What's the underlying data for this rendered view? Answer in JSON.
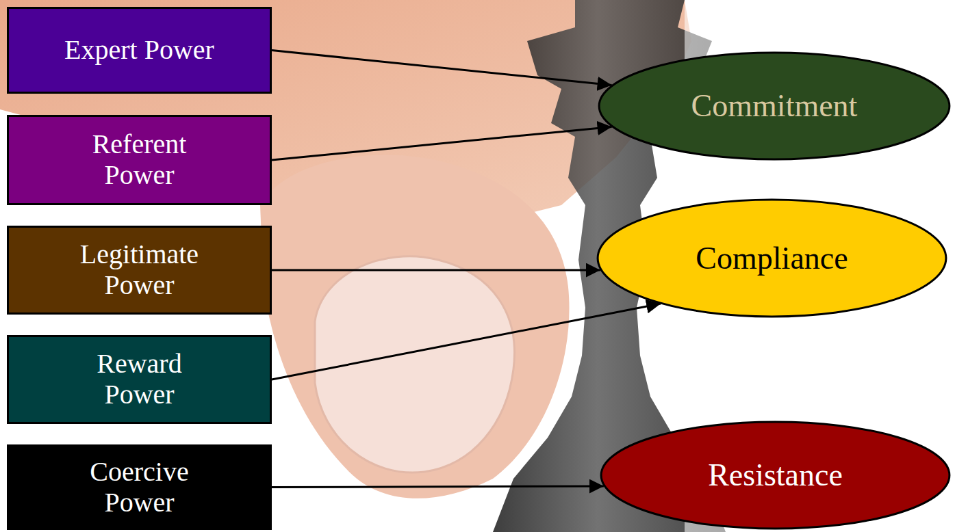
{
  "diagram": {
    "nodes": [
      {
        "text": [
          "Expert Power"
        ]
      },
      {
        "text": [
          "Referent Power"
        ]
      },
      {
        "text": [
          "Legitimate Power"
        ]
      },
      {
        "text": [
          "Reward Power"
        ]
      },
      {
        "text": [
          "Coercive Power"
        ]
      },
      {
        "text": [
          "Commitment"
        ]
      },
      {
        "text": [
          "Compliance"
        ]
      },
      {
        "text": [
          "Resistance"
        ]
      }
    ],
    "edges": [
      {
        "from": 0,
        "to": 5,
        "arrow": "to"
      },
      {
        "from": 1,
        "to": 5,
        "arrow": "to"
      },
      {
        "from": 2,
        "to": 6,
        "arrow": "to"
      },
      {
        "from": 3,
        "to": 6,
        "arrow": "to"
      },
      {
        "from": 4,
        "to": 7,
        "arrow": "to"
      }
    ]
  }
}
